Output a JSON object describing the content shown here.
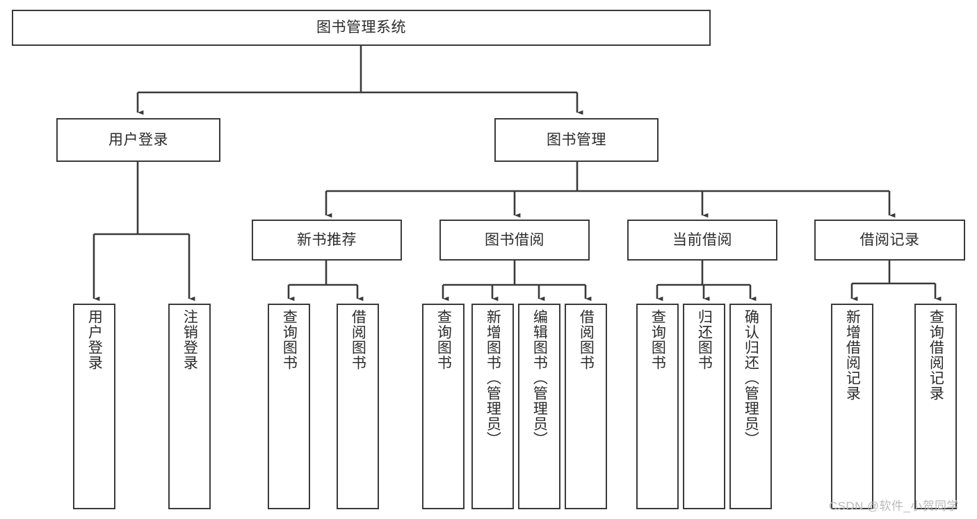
{
  "diagram": {
    "title": "图书管理系统",
    "watermark": "CSDN @软件_小贺同学",
    "colors": {
      "stroke": "#3a3a3a",
      "fill": "#ffffff",
      "text": "#2b2b2b",
      "watermark": "#b9b9b9"
    },
    "levels": {
      "root": {
        "label": "图书管理系统"
      },
      "level2": [
        {
          "label": "用户登录"
        },
        {
          "label": "图书管理"
        }
      ],
      "level3": [
        {
          "label": "新书推荐"
        },
        {
          "label": "图书借阅"
        },
        {
          "label": "当前借阅"
        },
        {
          "label": "借阅记录"
        }
      ],
      "leaves": {
        "user_login": [
          {
            "label": "用户登录"
          },
          {
            "label": "注销登录"
          }
        ],
        "new_book_recommend": [
          {
            "label": "查询图书"
          },
          {
            "label": "借阅图书"
          }
        ],
        "book_borrow": [
          {
            "label": "查询图书"
          },
          {
            "label": "新增图书（管理员）"
          },
          {
            "label": "编辑图书（管理员）"
          },
          {
            "label": "借阅图书"
          }
        ],
        "current_borrow": [
          {
            "label": "查询图书"
          },
          {
            "label": "归还图书"
          },
          {
            "label": "确认归还（管理员）"
          }
        ],
        "borrow_record": [
          {
            "label": "新增借阅记录"
          },
          {
            "label": "查询借阅记录"
          }
        ]
      }
    }
  }
}
